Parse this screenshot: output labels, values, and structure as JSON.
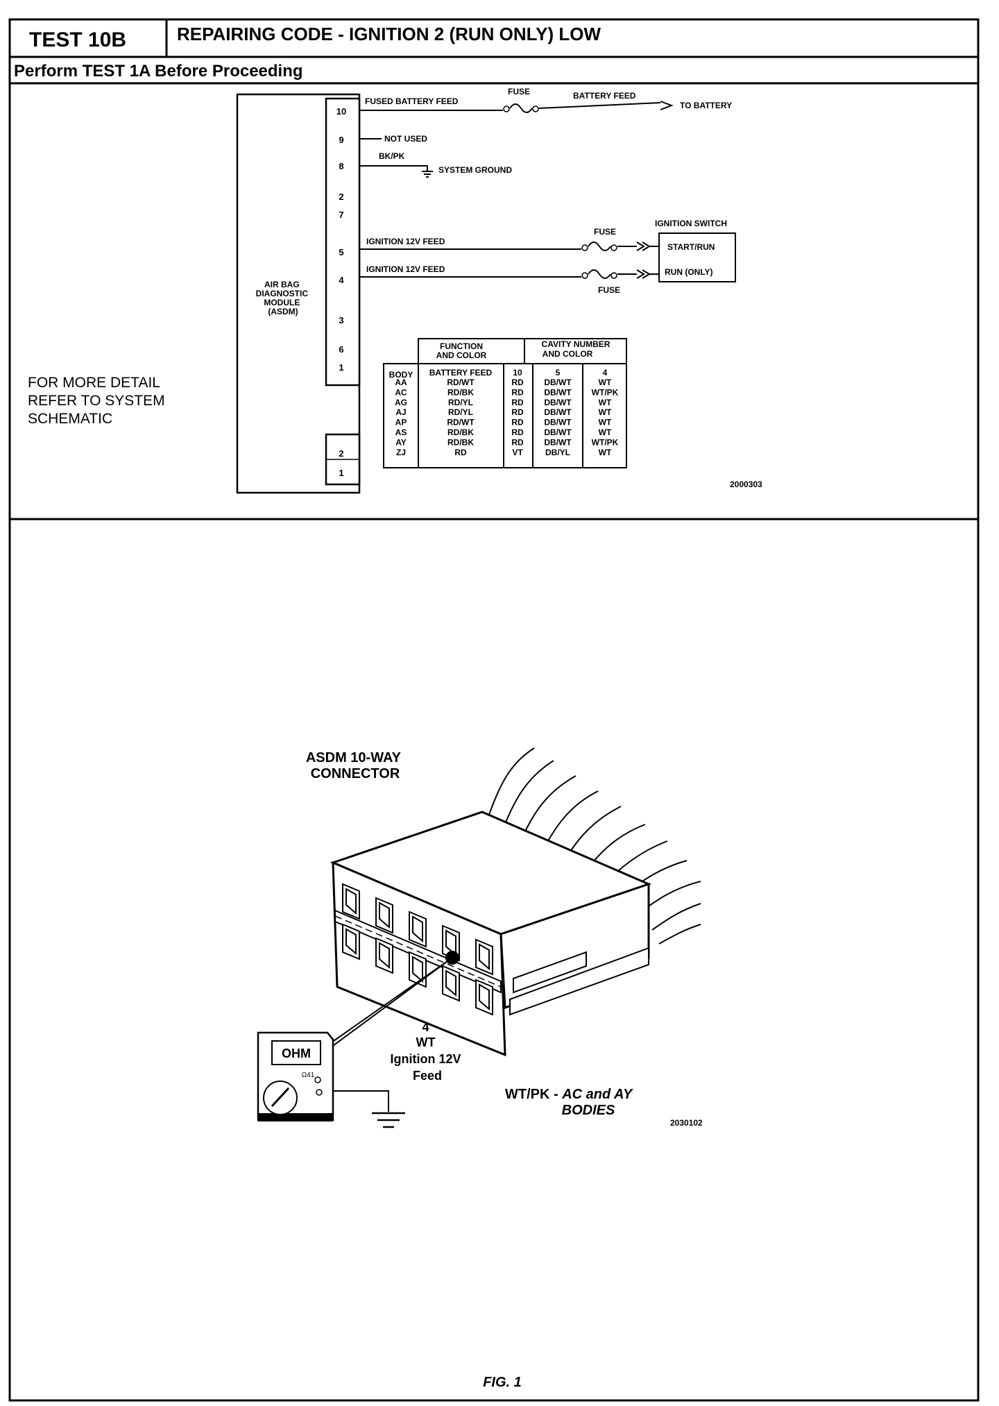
{
  "header": {
    "test_id": "TEST 10B",
    "title": "REPAIRING CODE - IGNITION 2 (RUN ONLY) LOW",
    "subtitle": "Perform TEST 1A Before Proceeding"
  },
  "schematic": {
    "module_label": [
      "AIR BAG",
      "DIAGNOSTIC",
      "MODULE",
      "(ASDM)"
    ],
    "pins_upper": [
      "10",
      "9",
      "8",
      "2",
      "7",
      "5",
      "4",
      "3",
      "6",
      "1"
    ],
    "pins_lower": [
      "2",
      "1"
    ],
    "wires": {
      "fused_battery_feed": "FUSED BATTERY FEED",
      "fuse_top": "FUSE",
      "battery_feed": "BATTERY FEED",
      "to_battery": "TO BATTERY",
      "not_used": "NOT USED",
      "bk_pk": "BK/PK",
      "system_ground": "SYSTEM GROUND",
      "ign_feed_5": "IGNITION 12V FEED",
      "ign_feed_4": "IGNITION 12V FEED",
      "fuse_mid": "FUSE",
      "fuse_low": "FUSE",
      "ignition_switch": "IGNITION SWITCH",
      "start_run": "START/RUN",
      "run_only": "RUN (ONLY)"
    },
    "detail_note": [
      "FOR MORE DETAIL",
      "REFER TO SYSTEM",
      "SCHEMATIC"
    ],
    "figure_number": "2000303",
    "table": {
      "function_header": [
        "FUNCTION",
        "AND COLOR"
      ],
      "cavity_header": [
        "CAVITY NUMBER",
        "AND COLOR"
      ],
      "body_header": "BODY",
      "battery_feed_header": "BATTERY FEED",
      "cavity_numbers": [
        "10",
        "5",
        "4"
      ],
      "rows": [
        [
          "AA",
          "RD/WT",
          "RD",
          "DB/WT",
          "WT"
        ],
        [
          "AC",
          "RD/BK",
          "RD",
          "DB/WT",
          "WT/PK"
        ],
        [
          "AG",
          "RD/YL",
          "RD",
          "DB/WT",
          "WT"
        ],
        [
          "AJ",
          "RD/YL",
          "RD",
          "DB/WT",
          "WT"
        ],
        [
          "AP",
          "RD/WT",
          "RD",
          "DB/WT",
          "WT"
        ],
        [
          "AS",
          "RD/BK",
          "RD",
          "DB/WT",
          "WT"
        ],
        [
          "AY",
          "RD/BK",
          "RD",
          "DB/WT",
          "WT/PK"
        ],
        [
          "ZJ",
          "RD",
          "VT",
          "DB/YL",
          "WT"
        ]
      ]
    }
  },
  "illustration": {
    "connector_label": [
      "ASDM 10-WAY",
      "CONNECTOR"
    ],
    "cavity_label": [
      "4",
      "WT",
      "Ignition 12V",
      "Feed"
    ],
    "meter_display": "OHM",
    "meter_range": "Ω41",
    "wt_pk_prefix": "WT/PK - ",
    "wt_pk_italic": "AC and AY",
    "bodies": "BODIES",
    "figure_number": "2030102",
    "caption": "FIG. 1"
  }
}
